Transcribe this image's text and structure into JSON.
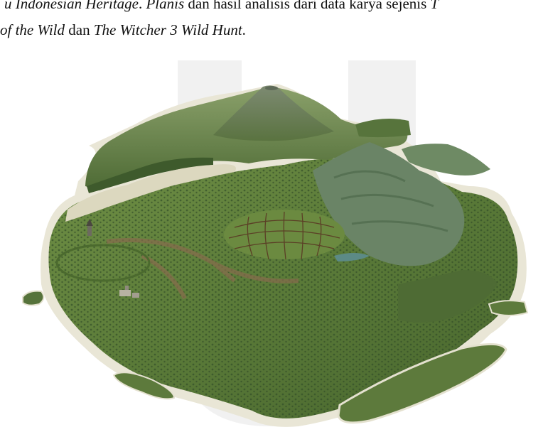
{
  "text": {
    "line1": [
      {
        "t": "u Indonesian Heritage",
        "i": true
      },
      {
        "t": ". ",
        "i": false
      },
      {
        "t": "Planis",
        "i": true
      },
      {
        "t": " dan hasil analisis dari data karya sejenis ",
        "i": false
      },
      {
        "t": "T",
        "i": true
      }
    ],
    "line2": [
      {
        "t": "of the Wild",
        "i": true
      },
      {
        "t": " dan ",
        "i": false
      },
      {
        "t": "The Witcher 3 Wild Hunt",
        "i": true
      },
      {
        "t": ".",
        "i": false
      }
    ]
  },
  "colors": {
    "watermark": "#f1f1f1",
    "grass_light": "#7a9a4e",
    "grass_mid": "#5d7d3a",
    "grass_dark": "#3f5c2a",
    "rock": "#6f7f66",
    "sand": "#e8e4cf",
    "dirt": "#8b6a4e",
    "water": "#5c8a86"
  },
  "illustration": {
    "subject": "3D terrain island map with volcano, hills, fields and small islands"
  }
}
